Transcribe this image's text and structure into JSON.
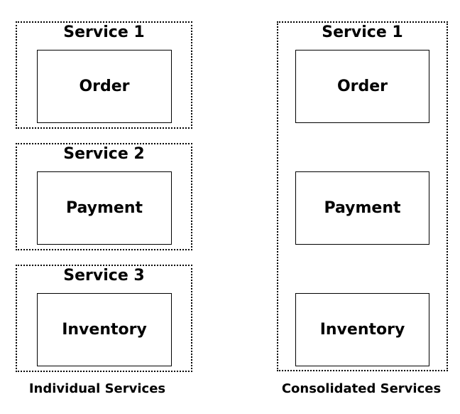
{
  "individual": {
    "caption": "Individual Services",
    "services": [
      {
        "label": "Service 1",
        "component": "Order"
      },
      {
        "label": "Service 2",
        "component": "Payment"
      },
      {
        "label": "Service 3",
        "component": "Inventory"
      }
    ]
  },
  "consolidated": {
    "caption": "Consolidated Services",
    "label": "Service 1",
    "components": [
      "Order",
      "Payment",
      "Inventory"
    ]
  }
}
